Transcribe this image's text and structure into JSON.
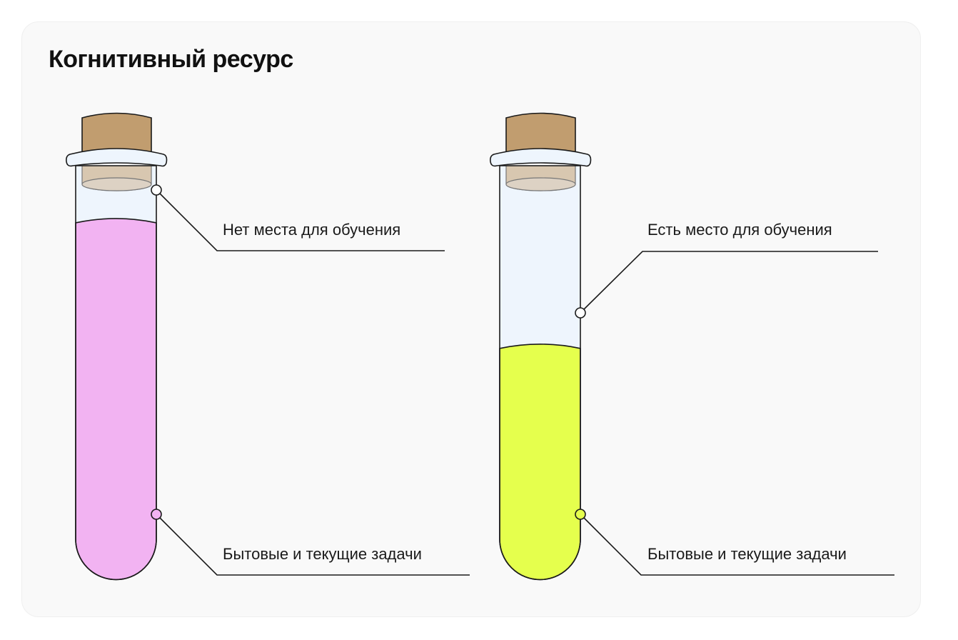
{
  "title": "Когнитивный ресурс",
  "tubes": [
    {
      "top_label": "Нет места для обучения",
      "bottom_label": "Бытовые и текущие задачи",
      "fill_color": "#f2b3f2",
      "fill_fraction": 0.92
    },
    {
      "top_label": "Есть место для обучения",
      "bottom_label": "Бытовые и текущие задачи",
      "fill_color": "#e5ff4d",
      "fill_fraction": 0.6
    }
  ],
  "colors": {
    "cork": "#c19d6f",
    "glass": "#eef5fd",
    "outline": "#1a1a1a"
  }
}
